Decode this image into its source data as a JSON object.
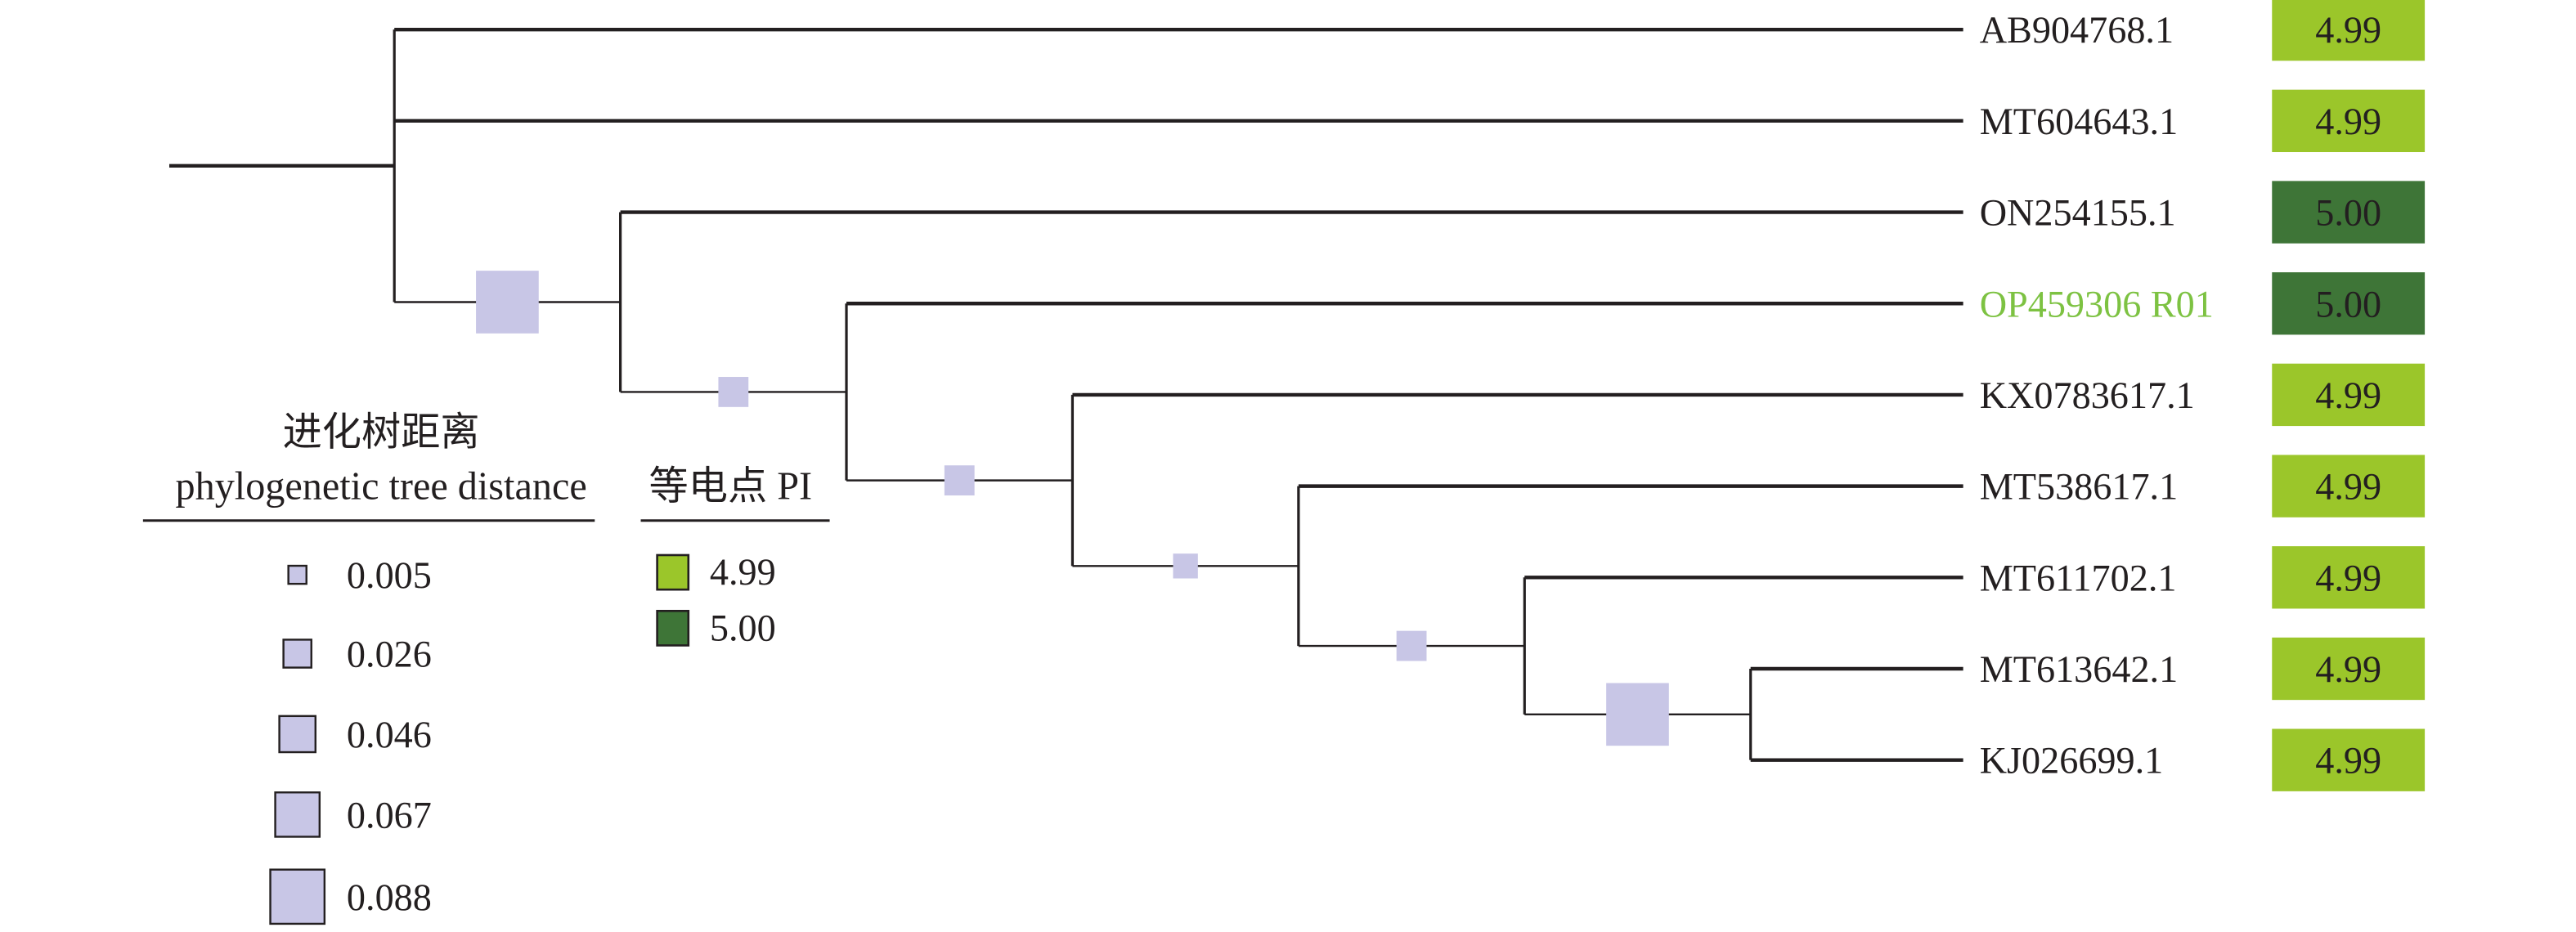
{
  "chart_data": {
    "type": "tree",
    "title": "",
    "colors": {
      "branch": "#231f20",
      "distance_marker": "#c8c6e6",
      "pi_low": "#9bc62a",
      "pi_high": "#3e7537",
      "highlight_label": "#7dc242"
    },
    "tree": {
      "children": [
        {
          "leaf": "AB904768.1",
          "pi": "4.99"
        },
        {
          "leaf": "MT604643.1",
          "pi": "4.99"
        },
        {
          "distance": 0.088,
          "children": [
            {
              "leaf": "ON254155.1",
              "pi": "5.00"
            },
            {
              "distance": 0.026,
              "children": [
                {
                  "leaf": "OP459306 R01",
                  "pi": "5.00",
                  "highlight": true
                },
                {
                  "distance": 0.026,
                  "children": [
                    {
                      "leaf": "KX0783617.1",
                      "pi": "4.99"
                    },
                    {
                      "distance": 0.016,
                      "children": [
                        {
                          "leaf": "MT538617.1",
                          "pi": "4.99"
                        },
                        {
                          "distance": 0.026,
                          "children": [
                            {
                              "leaf": "MT611702.1",
                              "pi": "4.99"
                            },
                            {
                              "distance": 0.088,
                              "children": [
                                {
                                  "leaf": "MT613642.1",
                                  "pi": "4.99"
                                },
                                {
                                  "leaf": "KJ026699.1",
                                  "pi": "4.99"
                                }
                              ]
                            }
                          ]
                        }
                      ]
                    }
                  ]
                }
              ]
            }
          ]
        }
      ]
    },
    "legend_distance": {
      "title_cn": "进化树距离",
      "title_en": "phylogenetic tree distance",
      "items": [
        "0.005",
        "0.026",
        "0.046",
        "0.067",
        "0.088"
      ]
    },
    "legend_pi": {
      "title": "等电点 PI",
      "items": [
        {
          "label": "4.99",
          "color": "#9bc62a"
        },
        {
          "label": "5.00",
          "color": "#3e7537"
        }
      ]
    }
  }
}
